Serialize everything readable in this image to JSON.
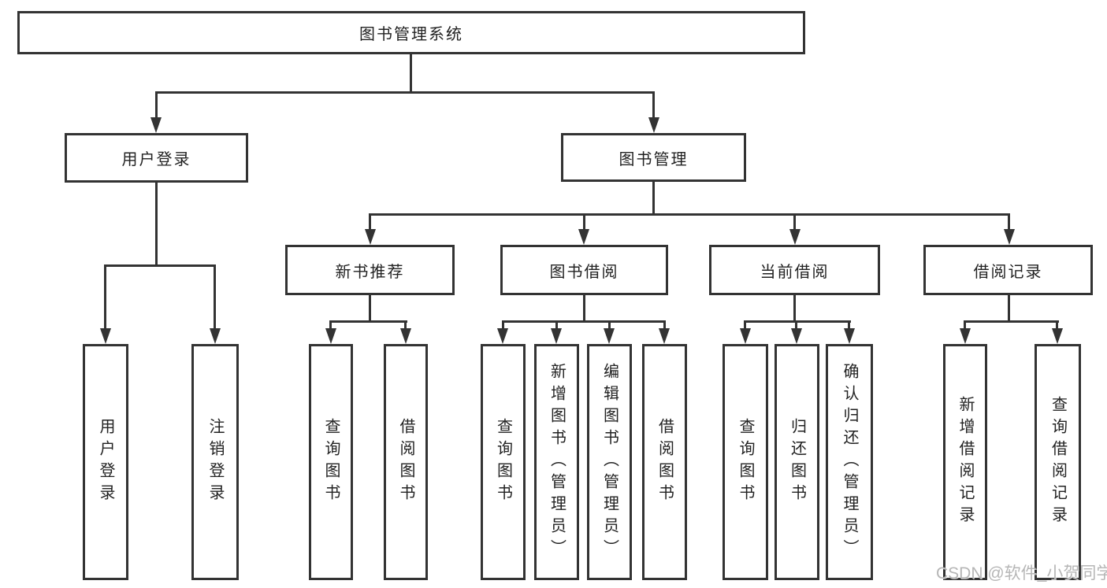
{
  "diagram": {
    "root": {
      "label": "图书管理系统"
    },
    "branches": [
      {
        "label": "用户登录",
        "children": [
          {
            "label": "用户登录"
          },
          {
            "label": "注销登录"
          }
        ]
      },
      {
        "label": "图书管理",
        "groups": [
          {
            "label": "新书推荐",
            "children": [
              {
                "label": "查询图书"
              },
              {
                "label": "借阅图书"
              }
            ]
          },
          {
            "label": "图书借阅",
            "children": [
              {
                "label": "查询图书"
              },
              {
                "label": "新增图书（管理员）"
              },
              {
                "label": "编辑图书（管理员）"
              },
              {
                "label": "借阅图书"
              }
            ]
          },
          {
            "label": "当前借阅",
            "children": [
              {
                "label": "查询图书"
              },
              {
                "label": "归还图书"
              },
              {
                "label": "确认归还（管理员）"
              }
            ]
          },
          {
            "label": "借阅记录",
            "children": [
              {
                "label": "新增借阅记录"
              },
              {
                "label": "查询借阅记录"
              }
            ]
          }
        ]
      }
    ],
    "watermark": "CSDN @软件_小贺同学",
    "colors": {
      "line": "#333333",
      "box_border": "#333333",
      "box_fill": "#ffffff",
      "text": "#222222",
      "watermark": "#b6b6b6"
    }
  }
}
